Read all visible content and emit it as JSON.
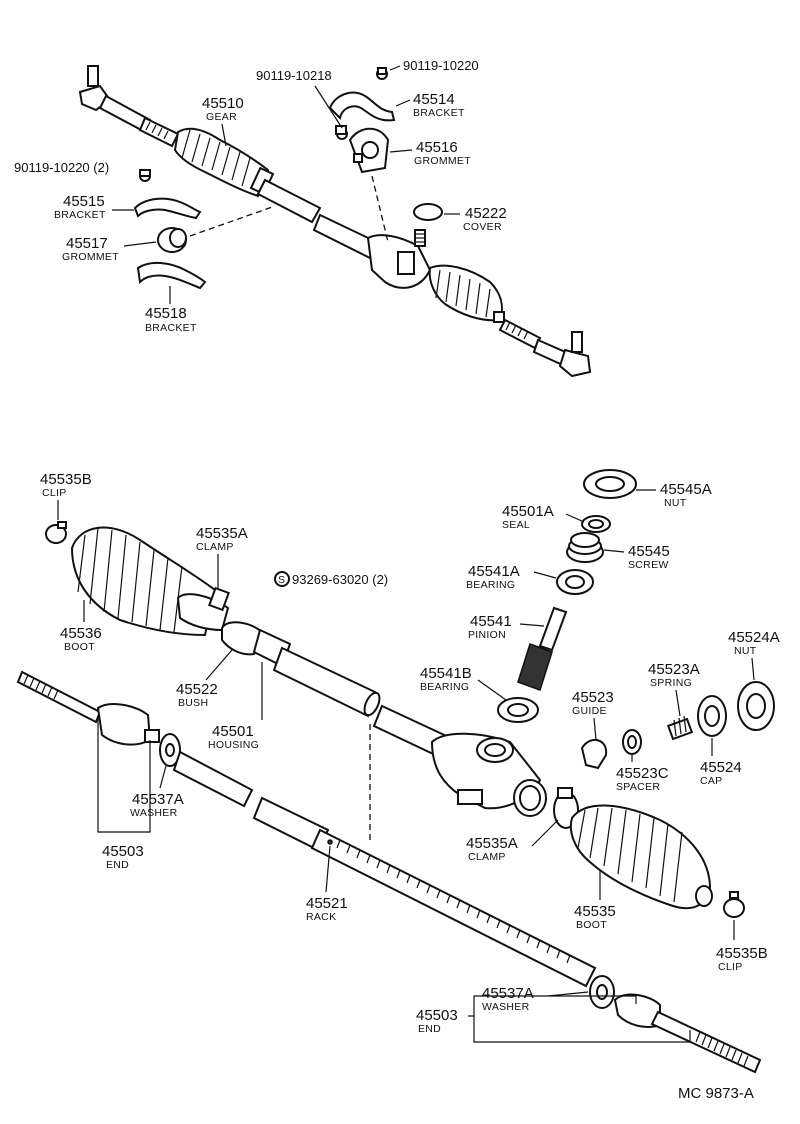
{
  "top_assembly": {
    "gear": {
      "num": "45510",
      "name": "GEAR"
    },
    "bolt_a": {
      "num": "90119-10218"
    },
    "bolt_b": {
      "num": "90119-10220"
    },
    "bracket_45514": {
      "num": "45514",
      "name": "BRACKET"
    },
    "grommet_45516": {
      "num": "45516",
      "name": "GROMMET"
    },
    "cover": {
      "num": "45222",
      "name": "COVER"
    },
    "bolt_c": {
      "num": "90119-10220 (2)"
    },
    "bracket_45515": {
      "num": "45515",
      "name": "BRACKET"
    },
    "grommet_45517": {
      "num": "45517",
      "name": "GROMMET"
    },
    "bracket_45518": {
      "num": "45518",
      "name": "BRACKET"
    }
  },
  "bottom_assembly": {
    "clip_left": {
      "num": "45535B",
      "name": "CLIP"
    },
    "clamp_left": {
      "num": "45535A",
      "name": "CLAMP"
    },
    "screw_note": {
      "symbol": "S",
      "num": "93269-63020 (2)"
    },
    "boot_left": {
      "num": "45536",
      "name": "BOOT"
    },
    "bush": {
      "num": "45522",
      "name": "BUSH"
    },
    "housing": {
      "num": "45501",
      "name": "HOUSING"
    },
    "washer_left": {
      "num": "45537A",
      "name": "WASHER"
    },
    "end_left": {
      "num": "45503",
      "name": "END"
    },
    "rack": {
      "num": "45521",
      "name": "RACK"
    },
    "nut_45545A": {
      "num": "45545A",
      "name": "NUT"
    },
    "seal": {
      "num": "45501A",
      "name": "SEAL"
    },
    "screw": {
      "num": "45545",
      "name": "SCREW"
    },
    "bearing_45541A": {
      "num": "45541A",
      "name": "BEARING"
    },
    "pinion": {
      "num": "45541",
      "name": "PINION"
    },
    "bearing_45541B": {
      "num": "45541B",
      "name": "BEARING"
    },
    "nut_45524A": {
      "num": "45524A",
      "name": "NUT"
    },
    "spring": {
      "num": "45523A",
      "name": "SPRING"
    },
    "guide": {
      "num": "45523",
      "name": "GUIDE"
    },
    "spacer": {
      "num": "45523C",
      "name": "SPACER"
    },
    "cap": {
      "num": "45524",
      "name": "CAP"
    },
    "clamp_right": {
      "num": "45535A",
      "name": "CLAMP"
    },
    "boot_right": {
      "num": "45535",
      "name": "BOOT"
    },
    "clip_right": {
      "num": "45535B",
      "name": "CLIP"
    },
    "washer_right": {
      "num": "45537A",
      "name": "WASHER"
    },
    "end_right": {
      "num": "45503",
      "name": "END"
    }
  },
  "figure_code": "MC 9873-A"
}
